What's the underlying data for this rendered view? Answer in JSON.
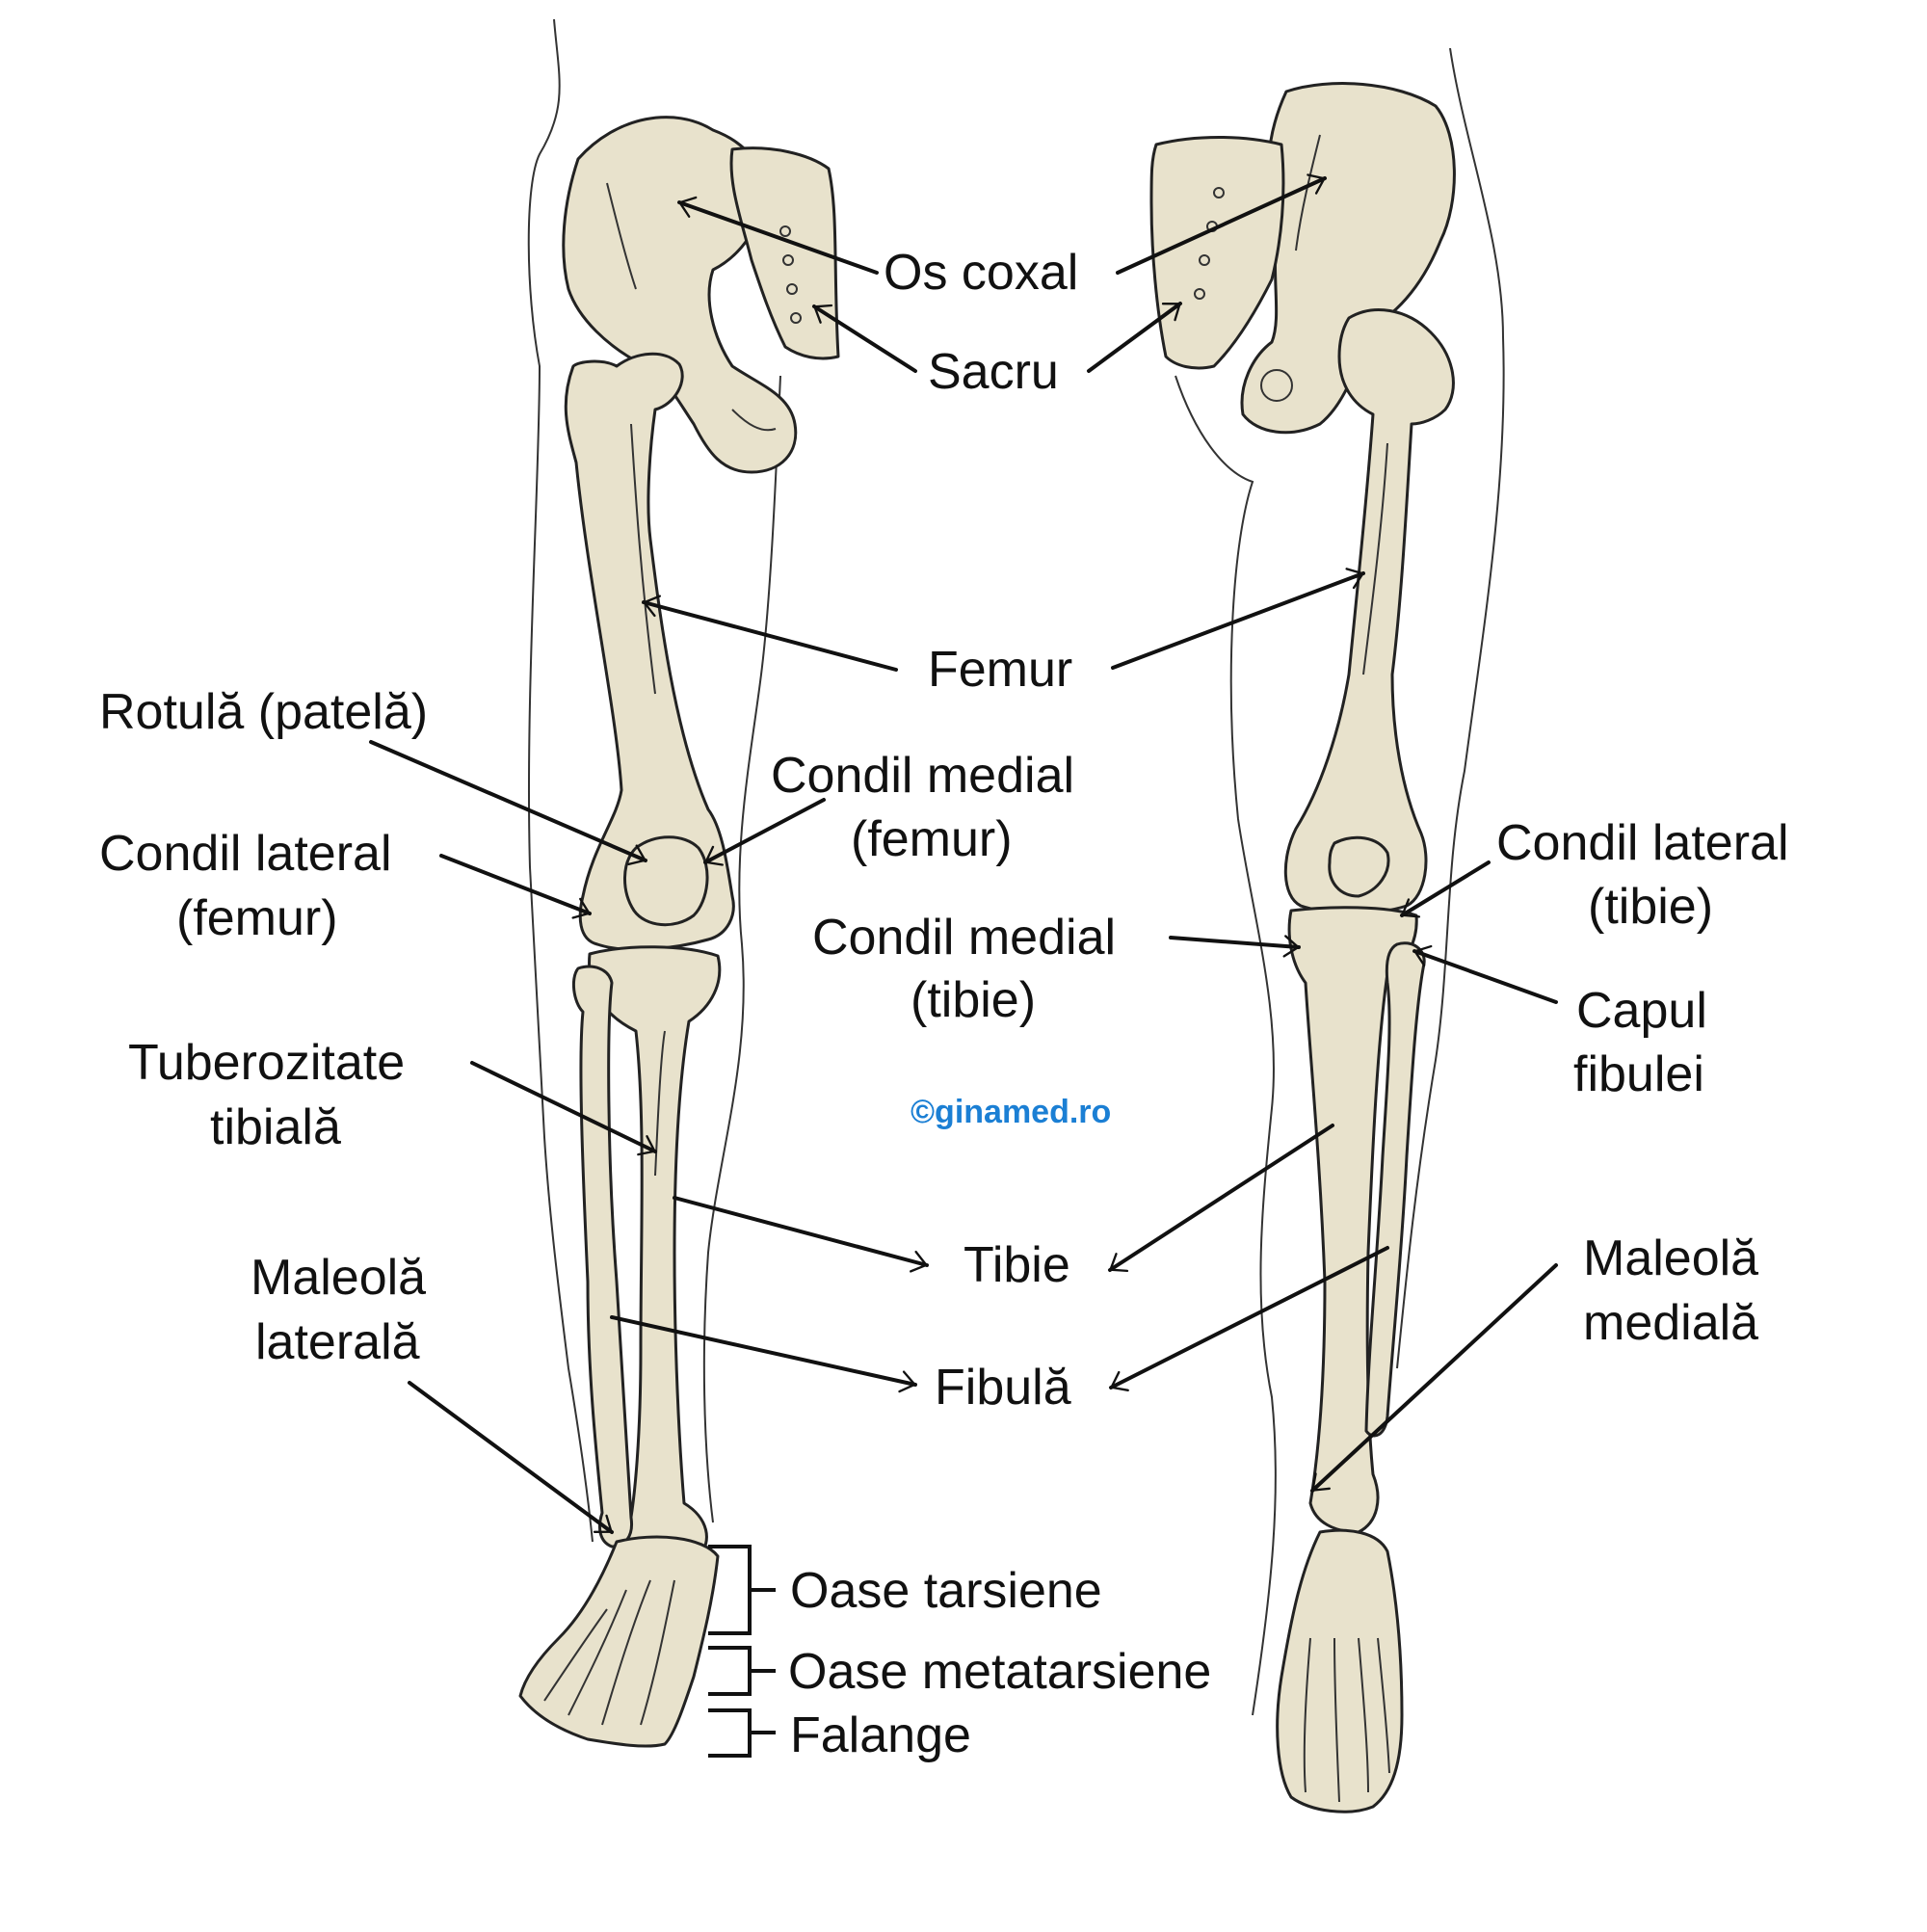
{
  "labels": {
    "os_coxal": "Os coxal",
    "sacru": "Sacru",
    "femur": "Femur",
    "rotula": "Rotulă (patelă)",
    "condil_medial_femur_1": "Condil medial",
    "condil_medial_femur_2": "(femur)",
    "condil_lateral_femur_1": "Condil lateral",
    "condil_lateral_femur_2": "(femur)",
    "condil_lateral_tibie_1": "Condil lateral",
    "condil_lateral_tibie_2": "(tibie)",
    "condil_medial_tibie_1": "Condil medial",
    "condil_medial_tibie_2": "(tibie)",
    "capul_fibulei_1": "Capul",
    "capul_fibulei_2": "fibulei",
    "tuberozitate_1": "Tuberozitate",
    "tuberozitate_2": "tibială",
    "tibie": "Tibie",
    "fibula": "Fibulă",
    "maleola_laterala_1": "Maleolă",
    "maleola_laterala_2": "laterală",
    "maleola_mediala_1": "Maleolă",
    "maleola_mediala_2": "medială",
    "oase_tarsiene": "Oase tarsiene",
    "oase_metatarsiene": "Oase metatarsiene",
    "falange": "Falange"
  },
  "watermark": "©ginamed.ro",
  "colors": {
    "bone": "#e8e2cc",
    "outline": "#222222",
    "text": "#111111",
    "watermark": "#1b7fd4"
  }
}
